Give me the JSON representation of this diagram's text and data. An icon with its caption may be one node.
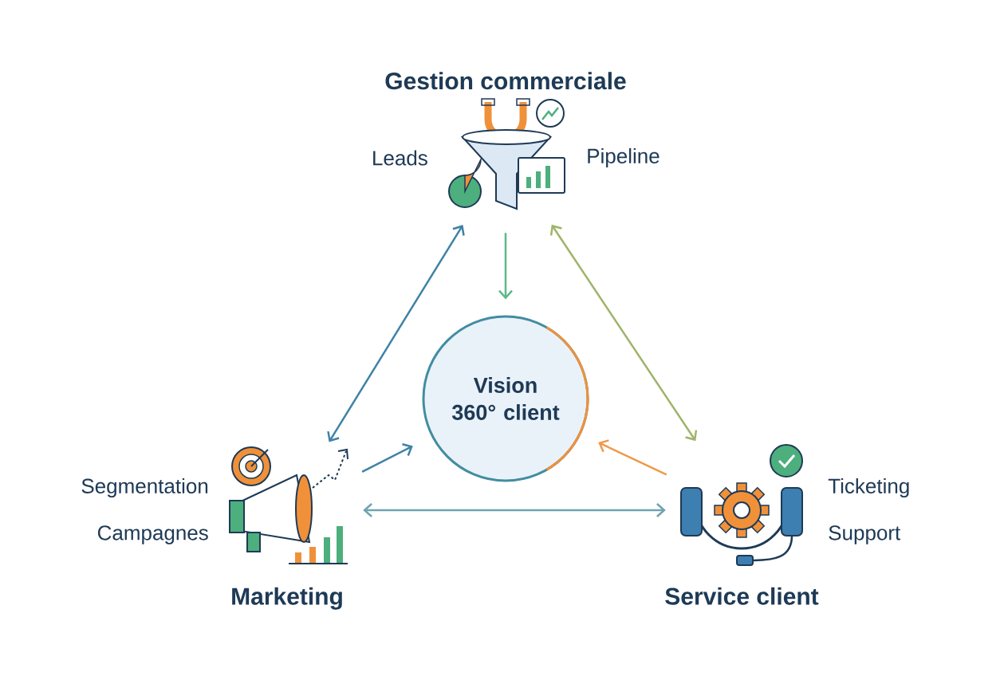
{
  "diagram": {
    "nodes": [
      {
        "text": [
          "Gestion commerciale"
        ],
        "beside": [
          "Leads",
          "Pipeline"
        ]
      },
      {
        "text": [
          "Vision 360° client"
        ]
      },
      {
        "text": [
          "Marketing"
        ],
        "beside": [
          "Segmentation",
          "Campagnes"
        ]
      },
      {
        "text": [
          "Service client"
        ],
        "beside": [
          "Ticketing",
          "Support"
        ]
      }
    ],
    "edges": [
      {
        "from": 0,
        "to": 1,
        "arrow": "to",
        "color": "#5cb88a"
      },
      {
        "from": 2,
        "to": 0,
        "arrow": "both",
        "color": "#3f82a6"
      },
      {
        "from": 0,
        "to": 3,
        "arrow": "both",
        "color": "#9fb46a"
      },
      {
        "from": 2,
        "to": 1,
        "arrow": "to",
        "color": "#3f82a6"
      },
      {
        "from": 3,
        "to": 1,
        "arrow": "to",
        "color": "#ee9a4a"
      },
      {
        "from": 2,
        "to": 3,
        "arrow": "both",
        "color": "#6fa3b0"
      }
    ]
  }
}
